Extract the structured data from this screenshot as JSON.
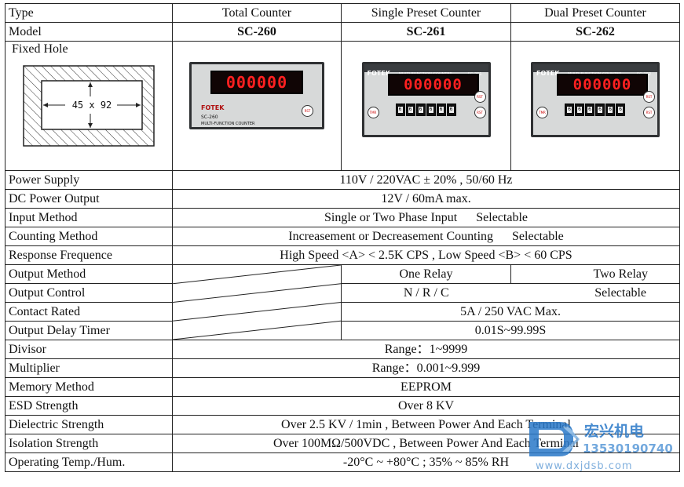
{
  "headers": {
    "type": "Type",
    "total": "Total Counter",
    "single": "Single Preset Counter",
    "dual": "Dual Preset Counter"
  },
  "model": {
    "label": "Model",
    "sc260": "SC-260",
    "sc261": "SC-261",
    "sc262": "SC-262"
  },
  "fixed_hole": {
    "label": "Fixed Hole",
    "dimension": "45 x 92"
  },
  "devices": {
    "display": "000000",
    "brand": "FOTEK",
    "sc260_model": "SC-260",
    "sc260_sub": "MULTI-FUNCTION COUNTER",
    "multi": "MULTI-FUNCTION COUNTER",
    "sc261": "SC-261",
    "sc262": "SC-262",
    "rst": "RST",
    "tmr": "TMR",
    "digit": "6"
  },
  "rows": [
    {
      "label": "Power Supply",
      "value": "110V / 220VAC ± 20% , 50/60 Hz"
    },
    {
      "label": "DC Power Output",
      "value": "12V / 60mA max."
    },
    {
      "label": "Input Method",
      "value": "Single or Two Phase Input      Selectable"
    },
    {
      "label": "Counting Method",
      "value": "Increasement or Decreasement Counting      Selectable"
    },
    {
      "label": "Response Frequence",
      "value": "High Speed <A> < 2.5K CPS , Low Speed <B> < 60 CPS"
    }
  ],
  "output_method": {
    "label": "Output Method",
    "single": "One Relay",
    "dual": "Two Relay"
  },
  "output_control": {
    "label": "Output Control",
    "value": "N / R / C",
    "note": "Selectable"
  },
  "contact_rated": {
    "label": "Contact Rated",
    "value": "5A / 250 VAC Max."
  },
  "output_delay": {
    "label": "Output Delay Timer",
    "value": "0.01S~99.99S"
  },
  "rows2": [
    {
      "label": "Divisor",
      "value": "Range：1~9999"
    },
    {
      "label": "Multiplier",
      "value": "Range：0.001~9.999"
    },
    {
      "label": "Memory Method",
      "value": "EEPROM"
    },
    {
      "label": "ESD Strength",
      "value": "Over 8 KV"
    },
    {
      "label": "Dielectric Strength",
      "value": "Over 2.5 KV / 1min , Between Power And Each Terminal"
    },
    {
      "label": "Isolation Strength",
      "value": "Over 100MΩ/500VDC , Between Power And Each Terminal"
    },
    {
      "label": "Operating Temp./Hum.",
      "value": "-20°C ~ +80°C ; 35% ~ 85% RH"
    }
  ],
  "watermark": {
    "brand": "宏兴机电",
    "phone": "13530190740",
    "url": "www.dxjdsb.com"
  },
  "colors": {
    "display_red": "#ff2020",
    "watermark_blue": "#2a78c8",
    "border": "#222222"
  }
}
